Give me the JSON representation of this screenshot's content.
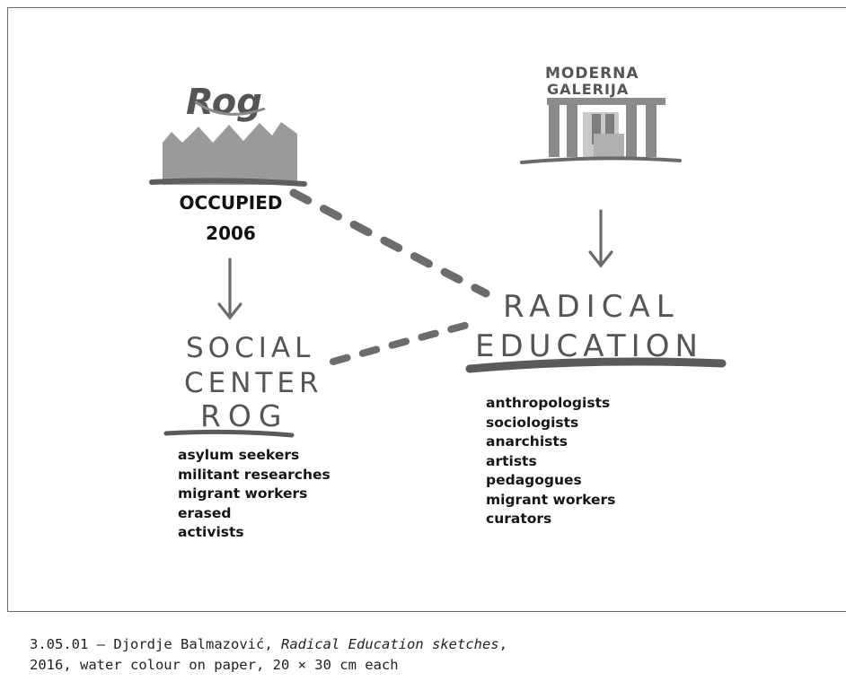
{
  "diagram": {
    "rog_sign": "Rog",
    "occupied_line1": "OCCUPIED",
    "occupied_line2": "2006",
    "moderna_line1": "MODERNA",
    "moderna_line2": "GALERIJA",
    "social_center_line1": "SOCIAL",
    "social_center_line2": "CENTER",
    "social_center_line3": "ROG",
    "radical_education_line1": "RADICAL",
    "radical_education_line2": "EDUCATION",
    "social_center_members": [
      "asylum seekers",
      "militant researches",
      "migrant workers",
      "erased",
      "activists"
    ],
    "radical_education_members": [
      "anthropologists",
      "sociologists",
      "anarchists",
      "artists",
      "pedagogues",
      "migrant workers",
      "curators"
    ]
  },
  "caption": {
    "number": "3.05.01",
    "dash": "–",
    "author": "Djordje Balmazović,",
    "title": "Radical Education sketches",
    "comma": ",",
    "details": "2016, water colour on paper, 20 × 30 cm each"
  }
}
